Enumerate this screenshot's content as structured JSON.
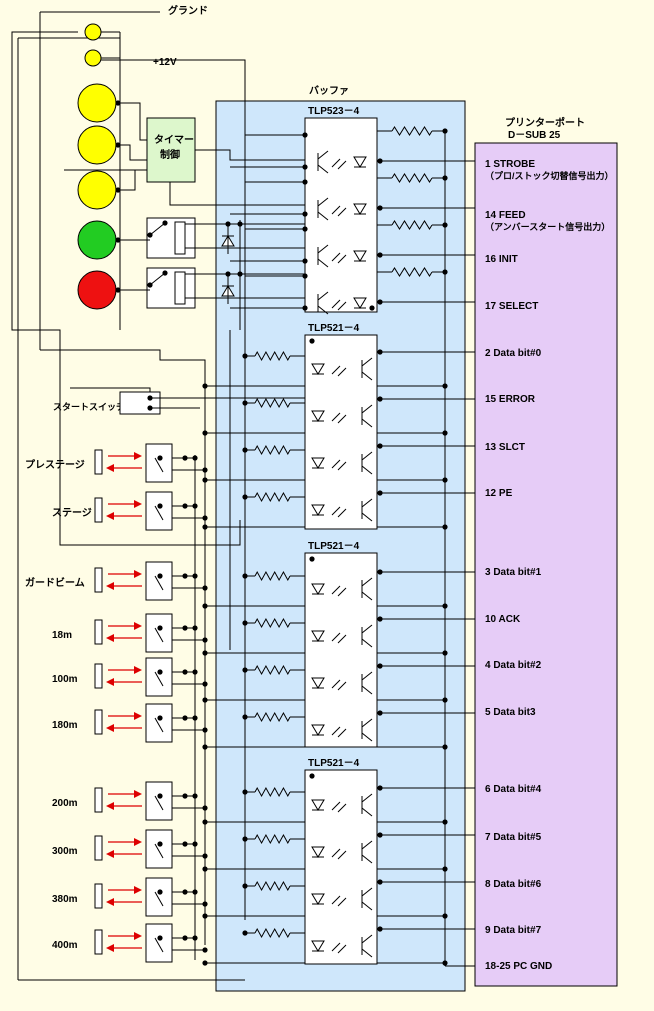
{
  "labels": {
    "ground": "グランド",
    "v12": "+12V",
    "buffer": "バッファ",
    "timer": [
      "タイマー",
      "制御"
    ],
    "printer_port": [
      "プリンターポート",
      "D－SUB  25"
    ],
    "start_switch": "スタートスイッチ"
  },
  "ic_titles": [
    "TLP523－4",
    "TLP521－4",
    "TLP521－4",
    "TLP521－4"
  ],
  "lamps": [
    {
      "color": "#ffff00"
    },
    {
      "color": "#ffff00"
    },
    {
      "color": "#ffff00"
    },
    {
      "color": "#ffff00"
    },
    {
      "color": "#ffff00"
    },
    {
      "color": "#22cc22"
    },
    {
      "color": "#ee1111"
    }
  ],
  "sensors": [
    "プレステージ",
    "ステージ",
    "ガードビーム",
    "18m",
    "100m",
    "180m",
    "200m",
    "300m",
    "380m",
    "400m"
  ],
  "pins": [
    {
      "text": "1  STROBE",
      "sub": "（プロ/ストック切替信号出力）"
    },
    {
      "text": "14  FEED",
      "sub": "（アンバースタート信号出力）"
    },
    {
      "text": "16  INIT"
    },
    {
      "text": "17  SELECT"
    },
    {
      "text": "2  Data bit#0"
    },
    {
      "text": "15  ERROR"
    },
    {
      "text": "13  SLCT"
    },
    {
      "text": "12  PE"
    },
    {
      "text": "3  Data  bit#1"
    },
    {
      "text": "10  ACK"
    },
    {
      "text": "4  Data bit#2"
    },
    {
      "text": "5  Data bit3"
    },
    {
      "text": "6  Data bit#4"
    },
    {
      "text": "7  Data bit#5"
    },
    {
      "text": "8  Data bit#6"
    },
    {
      "text": "9  Data bit#7"
    },
    {
      "text": "18-25  PC GND"
    }
  ],
  "colors": {
    "background": "#fffde6",
    "buffer_fill": "#cfe7fb",
    "port_fill": "#e6ccf7",
    "timer_fill": "#ddf7cc",
    "arrow": "#dd0000"
  }
}
